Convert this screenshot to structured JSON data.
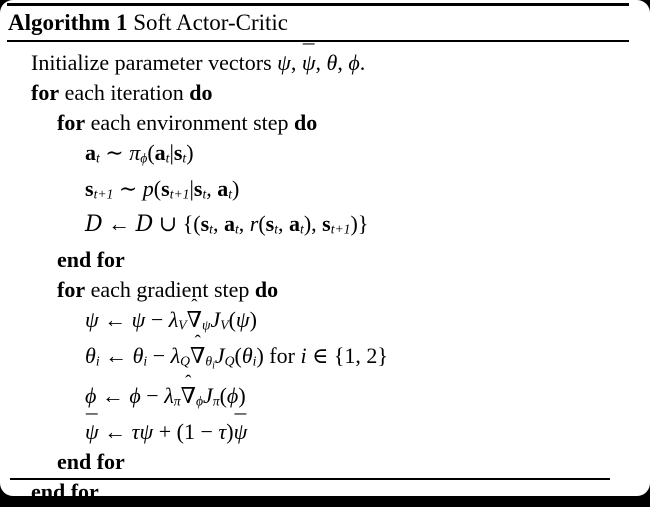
{
  "colors": {
    "frame": "#000000",
    "paper": "#ffffff",
    "text": "#000000"
  },
  "header": {
    "label": "Algorithm 1",
    "title": " Soft Actor-Critic"
  },
  "accents": {
    "hat": "ˆ",
    "bar": "¯"
  },
  "lines": [
    {
      "indent": 1,
      "parts": [
        [
          "r",
          "Initialize parameter vectors "
        ],
        [
          "i",
          "ψ"
        ],
        [
          "r",
          ", "
        ],
        [
          "bar",
          "ψ"
        ],
        [
          "r",
          ", "
        ],
        [
          "i",
          "θ"
        ],
        [
          "r",
          ", "
        ],
        [
          "i",
          "ϕ"
        ],
        [
          "r",
          "."
        ]
      ]
    },
    {
      "indent": 1,
      "parts": [
        [
          "b",
          "for"
        ],
        [
          "r",
          " each iteration "
        ],
        [
          "b",
          "do"
        ]
      ]
    },
    {
      "indent": 2,
      "parts": [
        [
          "b",
          "for"
        ],
        [
          "r",
          " each environment step "
        ],
        [
          "b",
          "do"
        ]
      ]
    },
    {
      "indent": 3,
      "parts": [
        [
          "v",
          "a"
        ],
        [
          "s",
          "t"
        ],
        [
          "r",
          " ∼ "
        ],
        [
          "i",
          "π"
        ],
        [
          "s",
          "ϕ"
        ],
        [
          "r",
          "("
        ],
        [
          "v",
          "a"
        ],
        [
          "s",
          "t"
        ],
        [
          "r",
          "|"
        ],
        [
          "v",
          "s"
        ],
        [
          "s",
          "t"
        ],
        [
          "r",
          ")"
        ]
      ]
    },
    {
      "indent": 3,
      "parts": [
        [
          "v",
          "s"
        ],
        [
          "s",
          "t+1"
        ],
        [
          "r",
          " ∼ "
        ],
        [
          "i",
          "p"
        ],
        [
          "r",
          "("
        ],
        [
          "v",
          "s"
        ],
        [
          "s",
          "t+1"
        ],
        [
          "r",
          "|"
        ],
        [
          "v",
          "s"
        ],
        [
          "s",
          "t"
        ],
        [
          "r",
          ", "
        ],
        [
          "v",
          "a"
        ],
        [
          "s",
          "t"
        ],
        [
          "r",
          ")"
        ]
      ]
    },
    {
      "indent": 3,
      "parts": [
        [
          "cal",
          "D"
        ],
        [
          "r",
          " ← "
        ],
        [
          "cal",
          "D"
        ],
        [
          "r",
          " ∪ {("
        ],
        [
          "v",
          "s"
        ],
        [
          "s",
          "t"
        ],
        [
          "r",
          ", "
        ],
        [
          "v",
          "a"
        ],
        [
          "s",
          "t"
        ],
        [
          "r",
          ", "
        ],
        [
          "i",
          "r"
        ],
        [
          "r",
          "("
        ],
        [
          "v",
          "s"
        ],
        [
          "s",
          "t"
        ],
        [
          "r",
          ", "
        ],
        [
          "v",
          "a"
        ],
        [
          "s",
          "t"
        ],
        [
          "r",
          "), "
        ],
        [
          "v",
          "s"
        ],
        [
          "s",
          "t+1"
        ],
        [
          "r",
          ")}"
        ]
      ]
    },
    {
      "indent": 2,
      "parts": [
        [
          "b",
          "end for"
        ]
      ]
    },
    {
      "indent": 2,
      "parts": [
        [
          "b",
          "for"
        ],
        [
          "r",
          " each gradient step "
        ],
        [
          "b",
          "do"
        ]
      ]
    },
    {
      "indent": 3,
      "parts": [
        [
          "i",
          "ψ"
        ],
        [
          "r",
          " ← "
        ],
        [
          "i",
          "ψ"
        ],
        [
          "r",
          " − "
        ],
        [
          "i",
          "λ"
        ],
        [
          "s",
          "V"
        ],
        [
          "hat",
          "∇"
        ],
        [
          "s",
          "ψ"
        ],
        [
          "i",
          "J"
        ],
        [
          "s",
          "V"
        ],
        [
          "r",
          "("
        ],
        [
          "i",
          "ψ"
        ],
        [
          "r",
          ")"
        ]
      ]
    },
    {
      "indent": 3,
      "parts": [
        [
          "i",
          "θ"
        ],
        [
          "s",
          "i"
        ],
        [
          "r",
          " ← "
        ],
        [
          "i",
          "θ"
        ],
        [
          "s",
          "i"
        ],
        [
          "r",
          " − "
        ],
        [
          "i",
          "λ"
        ],
        [
          "s",
          "Q"
        ],
        [
          "hat",
          "∇"
        ],
        [
          "s",
          "θ"
        ],
        [
          "ss",
          "i"
        ],
        [
          "i",
          "J"
        ],
        [
          "s",
          "Q"
        ],
        [
          "r",
          "("
        ],
        [
          "i",
          "θ"
        ],
        [
          "s",
          "i"
        ],
        [
          "r",
          ") for "
        ],
        [
          "i",
          "i"
        ],
        [
          "r",
          " ∈ {1, 2}"
        ]
      ]
    },
    {
      "indent": 3,
      "parts": [
        [
          "i",
          "ϕ"
        ],
        [
          "r",
          " ← "
        ],
        [
          "i",
          "ϕ"
        ],
        [
          "r",
          " − "
        ],
        [
          "i",
          "λ"
        ],
        [
          "s",
          "π"
        ],
        [
          "hat",
          "∇"
        ],
        [
          "s",
          "ϕ"
        ],
        [
          "i",
          "J"
        ],
        [
          "s",
          "π"
        ],
        [
          "r",
          "("
        ],
        [
          "i",
          "ϕ"
        ],
        [
          "r",
          ")"
        ]
      ]
    },
    {
      "indent": 3,
      "parts": [
        [
          "bar",
          "ψ"
        ],
        [
          "r",
          " ← "
        ],
        [
          "i",
          "τψ"
        ],
        [
          "r",
          " + (1 − "
        ],
        [
          "i",
          "τ"
        ],
        [
          "r",
          ")"
        ],
        [
          "bar",
          "ψ"
        ]
      ]
    },
    {
      "indent": 2,
      "parts": [
        [
          "b",
          "end for"
        ]
      ]
    },
    {
      "indent": 1,
      "parts": [
        [
          "b",
          "end for"
        ]
      ]
    }
  ]
}
